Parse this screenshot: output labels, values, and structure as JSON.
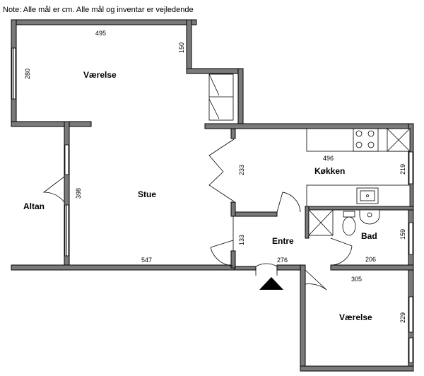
{
  "note": "Note: Alle mål er cm. Alle mål og inventar er vejledende",
  "rooms": {
    "vaerelse_top": "Værelse",
    "stue": "Stue",
    "altan": "Altan",
    "kokken": "Køkken",
    "entre": "Entre",
    "bad": "Bad",
    "vaerelse_bottom": "Værelse"
  },
  "dimensions": {
    "d495": "495",
    "d150": "150",
    "d280": "280",
    "d398": "398",
    "d547": "547",
    "d233": "233",
    "d496": "496",
    "d219": "219",
    "d133": "133",
    "d276": "276",
    "d159": "159",
    "d206": "206",
    "d305": "305",
    "d229": "229"
  },
  "colors": {
    "wall": "#7a7a7a",
    "outline": "#000000",
    "background": "#ffffff"
  },
  "icons": [
    "entrance-arrow-icon",
    "stove-icon",
    "sink-icon",
    "toilet-icon",
    "shower-icon",
    "fridge-icon"
  ]
}
